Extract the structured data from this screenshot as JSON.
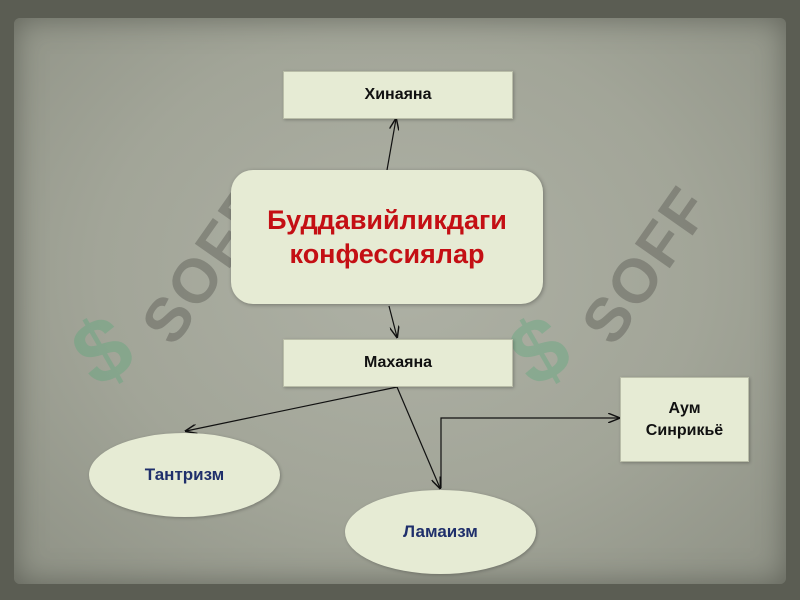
{
  "diagram": {
    "center_title_line1": "Буддавийликдаги",
    "center_title_line2": "конфессиялар",
    "hinayana": "Хинаяна",
    "mahayana": "Махаяна",
    "tantrizm": "Тантризм",
    "lamaizm": "Ламаизм",
    "aum_line1": "Аум",
    "aum_line2": "Синрикьё"
  },
  "watermark": {
    "text": "SOFF"
  },
  "colors": {
    "background": "#5b5d53",
    "paper": "#a6a99c",
    "box_fill": "#e6ebd4",
    "center_text": "#c40f14",
    "ellipse_text": "#1f2f6b"
  }
}
